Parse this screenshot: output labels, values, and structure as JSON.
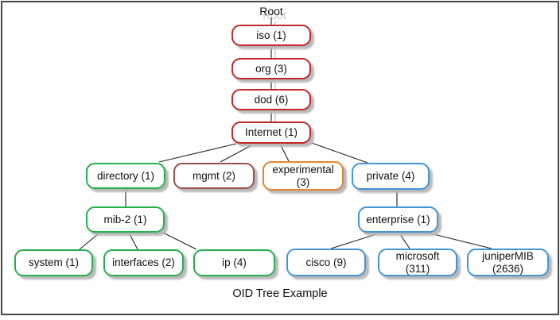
{
  "caption": "OID Tree Example",
  "root": {
    "label": "Root"
  },
  "colors": {
    "red": "#c22828",
    "green": "#24b14c",
    "maroon": "#9a4f48",
    "orange": "#e8822e",
    "blue": "#4495d8",
    "line": "#202020",
    "shadow": "#b9b9b9"
  },
  "nodes": {
    "iso": {
      "label": "iso (1)"
    },
    "org": {
      "label": "org (3)"
    },
    "dod": {
      "label": "dod (6)"
    },
    "internet": {
      "label": "Internet (1)"
    },
    "directory": {
      "label": "directory (1)"
    },
    "mgmt": {
      "label": "mgmt (2)"
    },
    "experimental": {
      "label": "experimental (3)"
    },
    "private": {
      "label": "private (4)"
    },
    "mib2": {
      "label": "mib-2 (1)"
    },
    "enterprise": {
      "label": "enterprise (1)"
    },
    "system": {
      "label": "system (1)"
    },
    "interfaces": {
      "label": "interfaces (2)"
    },
    "ip": {
      "label": "ip (4)"
    },
    "cisco": {
      "label": "cisco (9)"
    },
    "microsoft": {
      "label": "microsoft (311)"
    },
    "junipermib": {
      "label": "juniperMIB (2636)"
    }
  },
  "edges": [
    [
      "Root",
      "iso (1)"
    ],
    [
      "iso (1)",
      "org (3)"
    ],
    [
      "org (3)",
      "dod (6)"
    ],
    [
      "dod (6)",
      "Internet (1)"
    ],
    [
      "Internet (1)",
      "directory (1)"
    ],
    [
      "Internet (1)",
      "mgmt (2)"
    ],
    [
      "Internet (1)",
      "experimental (3)"
    ],
    [
      "Internet (1)",
      "private (4)"
    ],
    [
      "directory (1)",
      "mib-2 (1)"
    ],
    [
      "mib-2 (1)",
      "system (1)"
    ],
    [
      "mib-2 (1)",
      "interfaces (2)"
    ],
    [
      "mib-2 (1)",
      "ip (4)"
    ],
    [
      "private (4)",
      "enterprise (1)"
    ],
    [
      "enterprise (1)",
      "cisco (9)"
    ],
    [
      "enterprise (1)",
      "microsoft (311)"
    ],
    [
      "enterprise (1)",
      "juniperMIB (2636)"
    ]
  ]
}
